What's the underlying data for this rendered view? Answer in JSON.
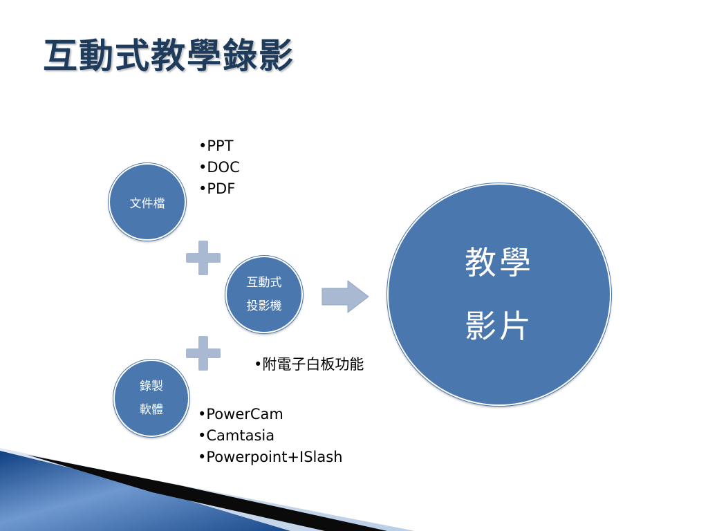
{
  "slide": {
    "title": "互動式教學錄影",
    "nodes": {
      "document": {
        "label": "文件檔"
      },
      "projector": {
        "line1": "互動式",
        "line2": "投影機"
      },
      "software": {
        "line1": "錄製",
        "line2": "軟體"
      },
      "result": {
        "line1": "教學",
        "line2": "影片"
      }
    },
    "document_formats": [
      "•PPT",
      "•DOC",
      "•PDF"
    ],
    "projector_feature": "•附電子白板功能",
    "software_list": [
      "•PowerCam",
      "•Camtasia",
      "•Powerpoint+ISlash"
    ],
    "icons": [
      "plus-icon",
      "plus-icon",
      "arrow-right-icon"
    ],
    "colors": {
      "circle_fill": "#4a77ad",
      "title_text": "#1f3b5c",
      "connector": "#a8b9d1"
    }
  }
}
